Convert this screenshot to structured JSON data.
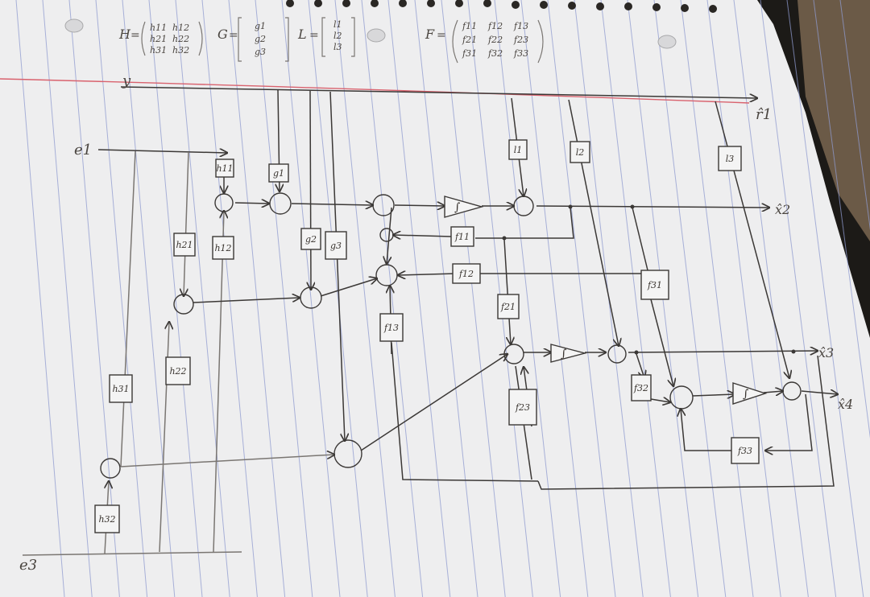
{
  "header": {
    "matrix_H": {
      "name": "H",
      "rows": [
        [
          "h11",
          "h12"
        ],
        [
          "h21",
          "h22"
        ],
        [
          "h31",
          "h32"
        ]
      ]
    },
    "vector_G": {
      "name": "G",
      "rows": [
        "g1",
        "g2",
        "g3"
      ]
    },
    "vector_L": {
      "name": "L",
      "rows": [
        "l1",
        "l2",
        "l3"
      ]
    },
    "matrix_F": {
      "name": "F",
      "rows": [
        [
          "f11",
          "f12",
          "f13"
        ],
        [
          "f21",
          "f22",
          "f23"
        ],
        [
          "f31",
          "f32",
          "f33"
        ]
      ]
    }
  },
  "signals": {
    "y": "y",
    "r1": "r̂1",
    "e1": "e1",
    "e3": "e3",
    "x2": "x̂2",
    "x3": "x̂3",
    "x4": "x̂4"
  },
  "blocks": {
    "h11": "h11",
    "h12": "h12",
    "h21": "h21",
    "h22": "h22",
    "h31": "h31",
    "h32": "h32",
    "g1": "g1",
    "g2": "g2",
    "g3": "g3",
    "f11": "f11",
    "f12": "f12",
    "f13": "f13",
    "f21": "f21",
    "f23": "f23",
    "f31": "f31",
    "f32": "f32",
    "f33": "f33",
    "l1": "l1",
    "l2": "l2",
    "l3": "l3",
    "int1": "∫",
    "int2": "∫",
    "int3": "∫"
  },
  "colors": {
    "paper": "#eeeeef",
    "rule_blue": "#8f9bd0",
    "margin_red": "#d9626e",
    "ink": "#3b3836",
    "pencil": "#7a7672",
    "desk": "#1c1a17",
    "desk_wood": "#6b5a47"
  }
}
